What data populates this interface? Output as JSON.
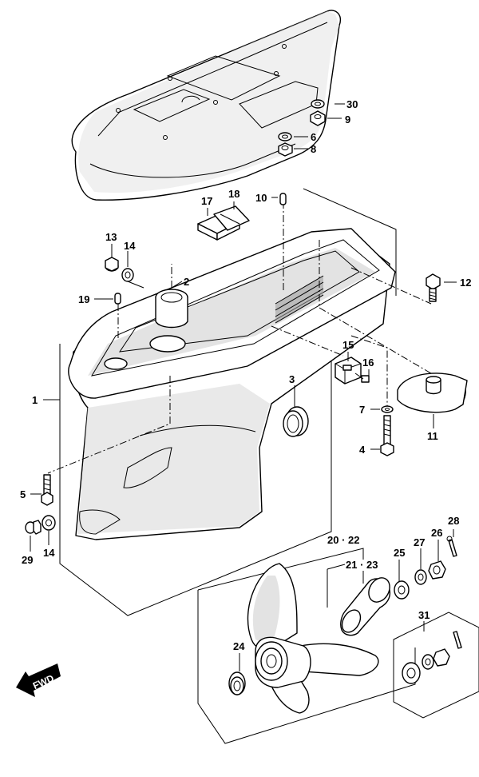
{
  "labels": {
    "l1": "1",
    "l2": "2",
    "l3": "3",
    "l4": "4",
    "l5": "5",
    "l6": "6",
    "l7": "7",
    "l8": "8",
    "l9": "9",
    "l10": "10",
    "l11": "11",
    "l12": "12",
    "l13": "13",
    "l14a": "14",
    "l14b": "14",
    "l15": "15",
    "l16": "16",
    "l17": "17",
    "l18": "18",
    "l19": "19",
    "l2022": "20 · 22",
    "l2123": "21 · 23",
    "l24": "24",
    "l25": "25",
    "l26": "26",
    "l27": "27",
    "l28": "28",
    "l29": "29",
    "l30": "30",
    "l31": "31"
  },
  "fwd_badge": "FWD",
  "icons": {
    "direction": "forward-arrow-icon"
  },
  "colors": {
    "ink": "#000000",
    "shade": "#e3e3e3",
    "dark": "#9a9a9a",
    "background": "#ffffff"
  }
}
